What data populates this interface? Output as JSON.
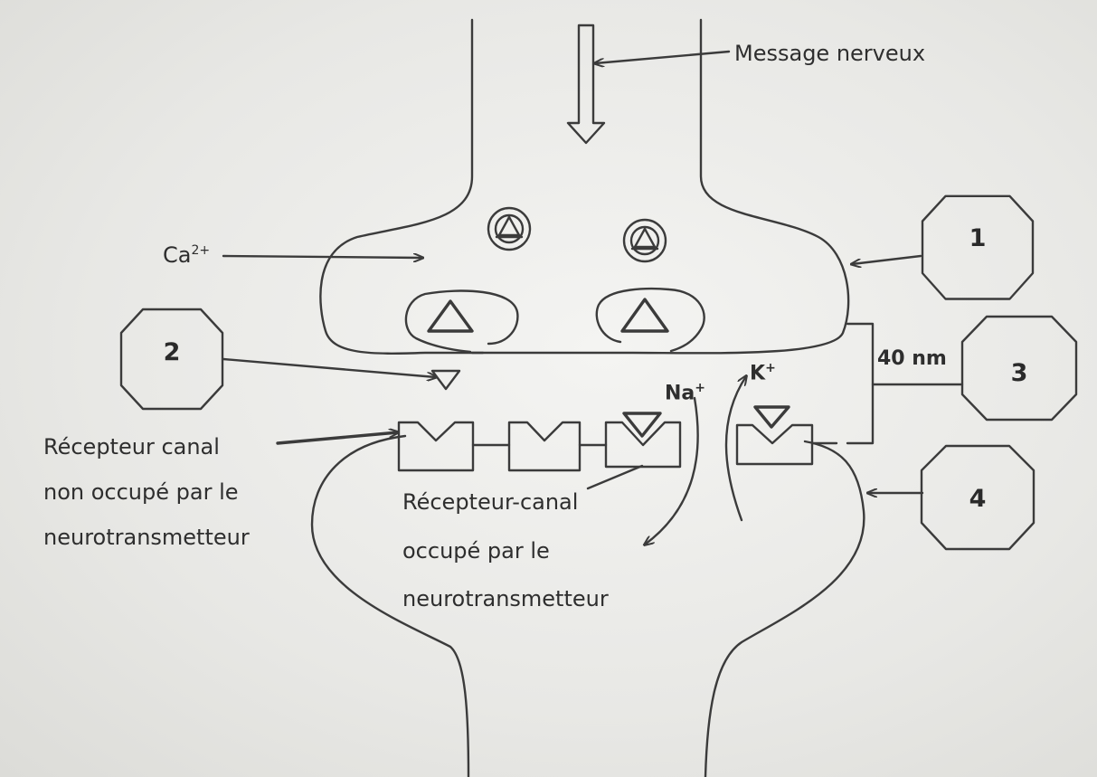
{
  "labels": {
    "message": "Message nerveux",
    "calcium": "Ca",
    "calcium_charge": "2+",
    "sodium": "Na",
    "sodium_charge": "+",
    "potassium": "K",
    "potassium_charge": "+",
    "distance": "40 nm",
    "receptor_free": [
      "Récepteur canal",
      "non occupé par le",
      "neurotransmetteur"
    ],
    "receptor_bound": [
      "Récepteur-canal",
      "occupé par le",
      "neurotransmetteur"
    ]
  },
  "markers": [
    "1",
    "2",
    "3",
    "4"
  ]
}
